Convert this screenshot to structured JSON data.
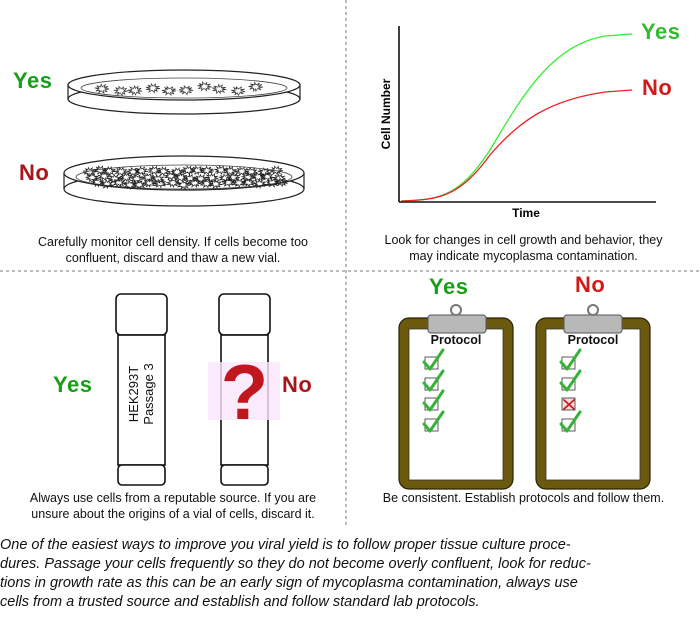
{
  "labels": {
    "yes": "Yes",
    "no": "No"
  },
  "panels": {
    "density": {
      "caption": [
        "Carefully monitor cell density. If cells become too",
        "confluent, discard and thaw a new vial."
      ]
    },
    "growth": {
      "ylabel": "Cell Number",
      "xlabel": "Time",
      "caption": [
        "Look for changes in cell growth and behavior, they",
        "may indicate mycoplasma contamination."
      ]
    },
    "source": {
      "vial_label": [
        "HEK293T",
        "Passage 3"
      ],
      "unknown_mark": "?",
      "caption": [
        "Always use cells from a reputable source. If you are",
        "unsure about the origins of a vial of cells, discard it."
      ]
    },
    "protocol": {
      "clipboard_title": "Protocol",
      "caption": [
        "Be consistent. Establish protocols and follow them."
      ]
    }
  },
  "footer": [
    "One of the easiest ways to improve you viral yield is to follow proper tissue culture proce-",
    "dures. Passage your cells frequently so they do not become overly confluent, look for reduc-",
    "tions in growth rate as this can be an early sign of mycoplasma contamination, always use",
    "cells from a trusted source and establish and follow standard lab protocols."
  ],
  "colors": {
    "yes_green": "#1a9e1a",
    "no_red": "#a8161d",
    "curve_green": "#33ee33",
    "curve_red": "#ee2222",
    "clipboard_frame": "#6b5a0e",
    "clip_gray": "#b8b8b8",
    "check_green": "#36b336",
    "mark_red": "#cc1a1a"
  },
  "icons": [
    "petri-dish-icon",
    "vial-icon",
    "question-mark-icon",
    "clipboard-icon",
    "checkmark-icon",
    "x-mark-icon"
  ]
}
